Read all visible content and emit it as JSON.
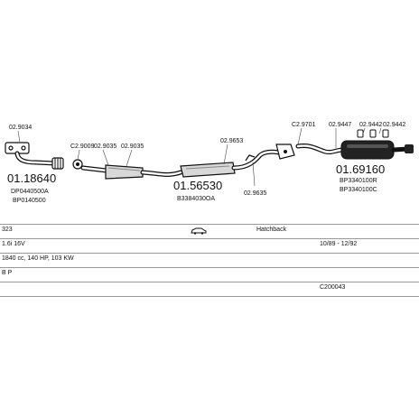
{
  "diagram": {
    "parts": [
      {
        "id": "p1",
        "label": "02.9034"
      },
      {
        "id": "p2",
        "label": "C2.9009"
      },
      {
        "id": "p3",
        "label": "02.9035"
      },
      {
        "id": "p4",
        "label": "02.9035"
      },
      {
        "id": "p5",
        "label": "02.9653"
      },
      {
        "id": "p6",
        "label": "02.9635"
      },
      {
        "id": "p7",
        "label": "C2.9701"
      },
      {
        "id": "p8",
        "label": "02.9447"
      },
      {
        "id": "p9",
        "label": "02.9442"
      },
      {
        "id": "p10",
        "label": "02.9442"
      }
    ],
    "assemblies": [
      {
        "id": "a1",
        "number": "01.18640",
        "oe": [
          "DP0440500A",
          "BP0140500"
        ]
      },
      {
        "id": "a2",
        "number": "01.56530",
        "oe": [
          "B3384030OA"
        ]
      },
      {
        "id": "a3",
        "number": "01.69160",
        "oe": [
          "BP3340100R",
          "BP3340100C"
        ]
      }
    ]
  },
  "info": {
    "model": "323",
    "body": "Hatchback",
    "engine": "1.6i 16V",
    "years": "10/89 - 12/92",
    "spec": "1840 cc, 140 HP, 103 KW",
    "code": "B P",
    "catalog": "C200043"
  }
}
